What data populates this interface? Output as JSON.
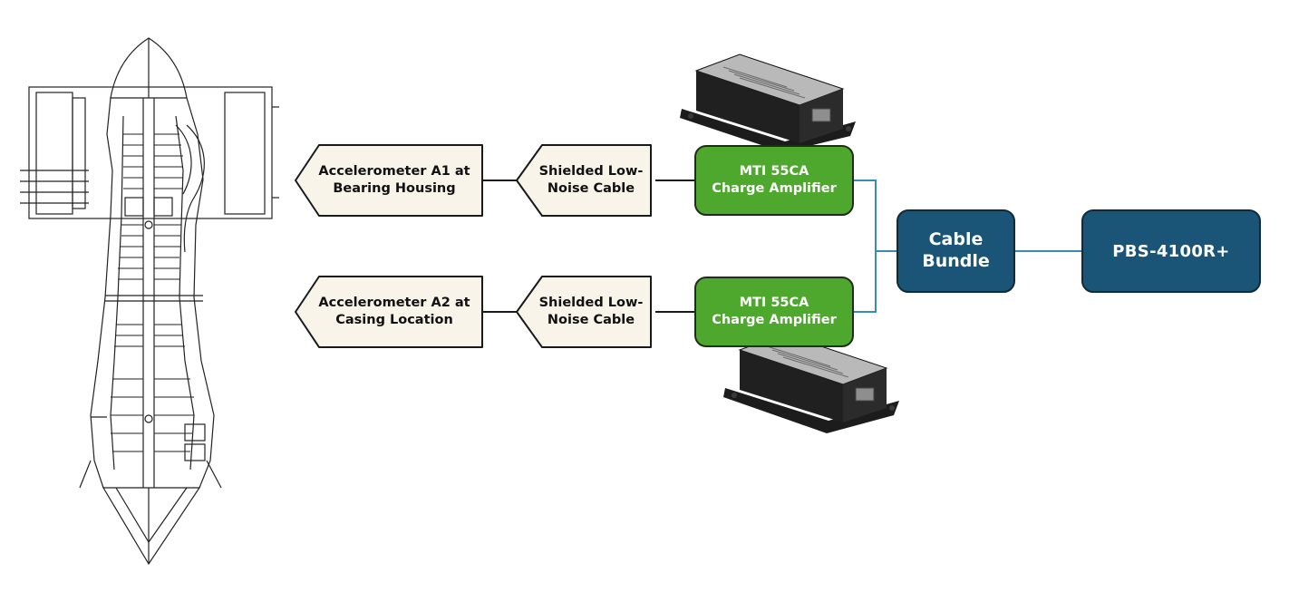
{
  "colors": {
    "cream": "#f8f4ea",
    "green": "#4fa82e",
    "navy": "#1a5577",
    "connector": "#3a8cb8",
    "dark_line": "#1a1a1a"
  },
  "icons": {
    "engine": "turbine-engine-cross-section-illustration",
    "amplifier": "charge-amplifier-device-illustration"
  },
  "channels": [
    {
      "accelerometer": "Accelerometer A1 at\nBearing Housing",
      "cable": "Shielded Low-\nNoise Cable",
      "amplifier": "MTI 55CA\nCharge Amplifier"
    },
    {
      "accelerometer": "Accelerometer A2 at\nCasing Location",
      "cable": "Shielded Low-\nNoise Cable",
      "amplifier": "MTI 55CA\nCharge Amplifier"
    }
  ],
  "bundle": {
    "label": "Cable\nBundle"
  },
  "instrument": {
    "label": "PBS-4100R+"
  }
}
